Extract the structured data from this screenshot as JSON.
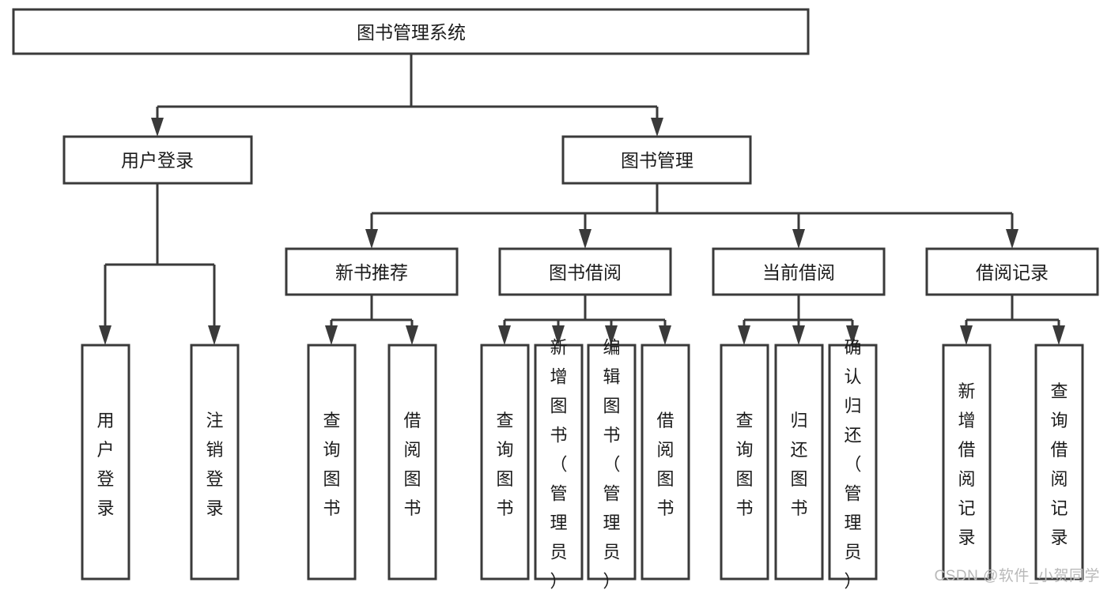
{
  "diagram": {
    "type": "tree-hierarchy-flowchart",
    "title": "图书管理系统",
    "orientation": "top-down",
    "colors": {
      "box_stroke": "#3a3a3a",
      "box_fill": "#ffffff",
      "connector": "#3a3a3a",
      "text": "#1b1b1b",
      "background": "#ffffff",
      "watermark": "#b9b9b9"
    },
    "root": {
      "label": "图书管理系统"
    },
    "level2": [
      {
        "label": "用户登录"
      },
      {
        "label": "图书管理"
      }
    ],
    "level3": [
      {
        "label": "新书推荐"
      },
      {
        "label": "图书借阅"
      },
      {
        "label": "当前借阅"
      },
      {
        "label": "借阅记录"
      }
    ],
    "leaves": {
      "user_login": [
        {
          "label": "用户登录"
        },
        {
          "label": "注销登录"
        }
      ],
      "new_book_recommend": [
        {
          "label": "查询图书"
        },
        {
          "label": "借阅图书"
        }
      ],
      "book_borrow": [
        {
          "label": "查询图书"
        },
        {
          "label": "新增图书（管理员）"
        },
        {
          "label": "编辑图书（管理员）"
        },
        {
          "label": "借阅图书"
        }
      ],
      "current_borrow": [
        {
          "label": "查询图书"
        },
        {
          "label": "归还图书"
        },
        {
          "label": "确认归还（管理员）"
        }
      ],
      "borrow_record": [
        {
          "label": "新增借阅记录"
        },
        {
          "label": "查询借阅记录"
        }
      ]
    }
  },
  "watermark": {
    "text": "CSDN @软件_小贺同学"
  }
}
